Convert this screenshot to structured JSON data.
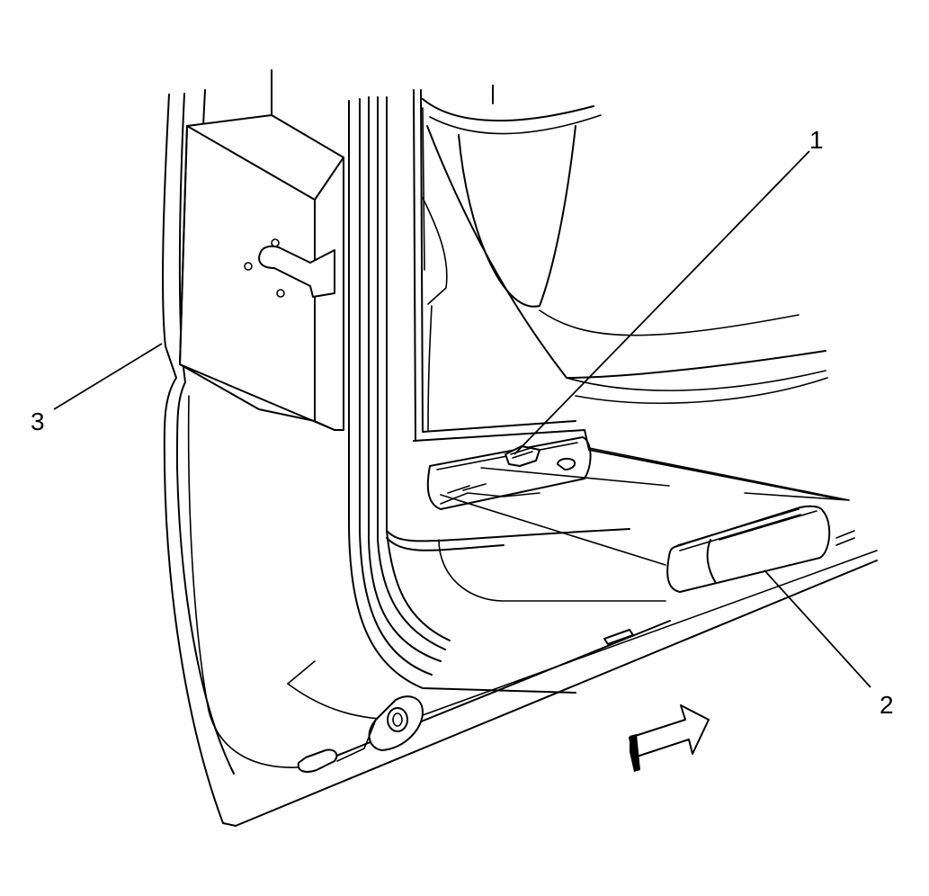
{
  "callouts": [
    {
      "id": "1",
      "text": "1"
    },
    {
      "id": "2",
      "text": "2"
    },
    {
      "id": "3",
      "text": "3"
    }
  ],
  "icons": {
    "direction": "forward-arrow-icon"
  }
}
